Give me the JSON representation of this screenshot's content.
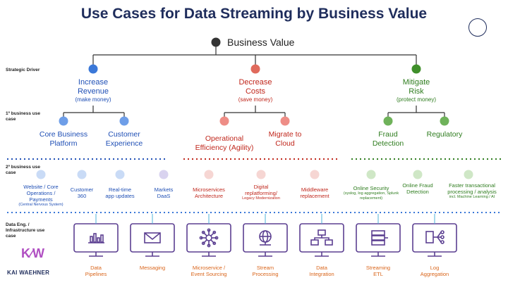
{
  "title": "Use Cases for Data Streaming by Business Value",
  "root": {
    "label": "Business Value",
    "color": "#333333"
  },
  "side_labels": {
    "strategic": "Strategic Driver",
    "first": "1º business use case",
    "second": "2º business use case",
    "infra": "Data Eng. / Infrastructure use case"
  },
  "drivers": [
    {
      "title_l1": "Increase",
      "title_l2": "Revenue",
      "sub": "(make money)",
      "color": "#3b78d8"
    },
    {
      "title_l1": "Decrease",
      "title_l2": "Costs",
      "sub": "(save money)",
      "color": "#e06a5c"
    },
    {
      "title_l1": "Mitigate",
      "title_l2": "Risk",
      "sub": "(protect money)",
      "color": "#3f8f2a"
    }
  ],
  "first_level": [
    {
      "l1": "Core Business",
      "l2": "Platform",
      "color": "#6e9ee8"
    },
    {
      "l1": "Customer",
      "l2": "Experience",
      "color": "#6e9ee8"
    },
    {
      "l1": "Operational",
      "l2": "Efficiency (Agility)",
      "color": "#ee8d86"
    },
    {
      "l1": "Migrate to",
      "l2": "Cloud",
      "color": "#ee8d86"
    },
    {
      "l1": "Fraud",
      "l2": "Detection",
      "color": "#6fb25a"
    },
    {
      "l1": "Regulatory",
      "l2": "",
      "color": "#6fb25a"
    }
  ],
  "second_level": [
    {
      "lines": [
        "Website / Core",
        "Operations /",
        "Payments"
      ],
      "tiny": "(Central Nervous System)",
      "color": "#c9dbf6"
    },
    {
      "lines": [
        "Customer",
        "360"
      ],
      "tiny": "",
      "color": "#c9dbf6"
    },
    {
      "lines": [
        "Real-time",
        "app updates"
      ],
      "tiny": "",
      "color": "#c9dbf6"
    },
    {
      "lines": [
        "Markets",
        "DaaS"
      ],
      "tiny": "",
      "color": "#d9d3ef"
    },
    {
      "lines": [
        "Microservices",
        "Architecture"
      ],
      "tiny": "",
      "color": "#f6d6d3"
    },
    {
      "lines": [
        "Digital",
        "replatforming/"
      ],
      "tiny": "Legacy Modernization",
      "color": "#f6d6d3"
    },
    {
      "lines": [
        "Middleware",
        "replacement"
      ],
      "tiny": "",
      "color": "#f6d6d3"
    },
    {
      "lines": [
        "Online Security"
      ],
      "tiny": "(syslog, log aggregation, Splunk replacement)",
      "color": "#cfe7c6"
    },
    {
      "lines": [
        "Online Fraud",
        "Detection"
      ],
      "tiny": "",
      "color": "#cfe7c6"
    },
    {
      "lines": [
        "Faster transactional",
        "processing / analysis"
      ],
      "tiny": "incl. Machine Learning / AI",
      "color": "#cfe7c6"
    }
  ],
  "infra": [
    {
      "l1": "Data",
      "l2": "Pipelines",
      "icon": "bar-chart-icon"
    },
    {
      "l1": "Messaging",
      "l2": "",
      "icon": "envelope-icon"
    },
    {
      "l1": "Microservice /",
      "l2": "Event Sourcing",
      "icon": "network-hub-icon"
    },
    {
      "l1": "Stream",
      "l2": "Processing",
      "icon": "globe-icon"
    },
    {
      "l1": "Data",
      "l2": "Integration",
      "icon": "integration-icon"
    },
    {
      "l1": "Streaming",
      "l2": "ETL",
      "icon": "server-stack-icon"
    },
    {
      "l1": "Log",
      "l2": "Aggregation",
      "icon": "log-icon"
    }
  ],
  "brand": "KAI WAEHNER",
  "colors": {
    "monitor": "#5b3f91",
    "blue": "#1f4fb5",
    "red": "#c0271c",
    "green": "#2f7d1f",
    "orange": "#d9651b"
  }
}
